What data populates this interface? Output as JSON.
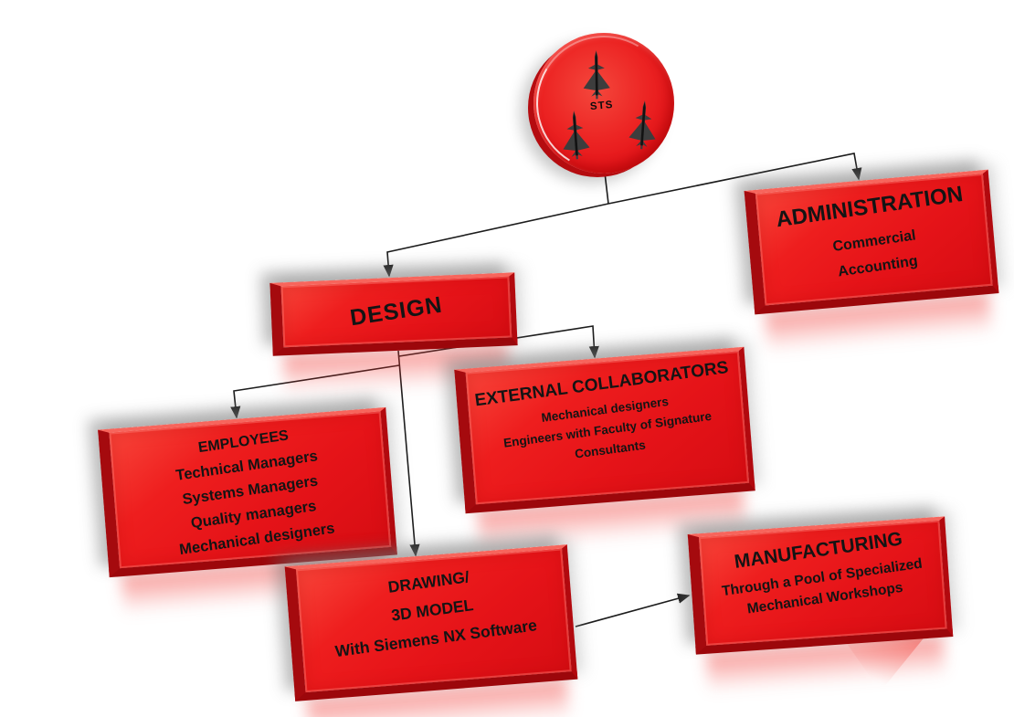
{
  "diagram": {
    "type": "org-chart",
    "background": "#ffffff"
  },
  "colors": {
    "shape_red": "#ee1e1e",
    "shape_edge_dark_red": "#a50a0e",
    "text": "#141414",
    "connector": "#1c1c1c",
    "jet_silhouette": "#3d3d3d"
  },
  "org": {
    "root": {
      "label": "STS",
      "icon": "fighter-jet-icon",
      "icon_count": 3
    },
    "administration": {
      "title": "ADMINISTRATION",
      "lines": [
        "Commercial",
        "Accounting"
      ]
    },
    "design": {
      "title": "DESIGN"
    },
    "employees": {
      "title": "EMPLOYEES",
      "lines": [
        "Technical Managers",
        "Systems Managers",
        "Quality managers",
        "Mechanical designers"
      ]
    },
    "external_collaborators": {
      "title": "EXTERNAL COLLABORATORS",
      "lines": [
        "Mechanical designers",
        "Engineers with Faculty of Signature",
        "Consultants"
      ]
    },
    "drawing": {
      "title": "DRAWING/",
      "lines": [
        "3D MODEL",
        "With Siemens NX Software"
      ]
    },
    "manufacturing": {
      "title": "MANUFACTURING",
      "lines": [
        "Through a Pool of Specialized",
        "Mechanical Workshops"
      ]
    }
  },
  "edges": [
    {
      "from": "sts",
      "to": "design"
    },
    {
      "from": "sts",
      "to": "administration"
    },
    {
      "from": "design",
      "to": "employees"
    },
    {
      "from": "design",
      "to": "external_collaborators"
    },
    {
      "from": "design",
      "to": "drawing"
    },
    {
      "from": "drawing",
      "to": "manufacturing"
    }
  ]
}
